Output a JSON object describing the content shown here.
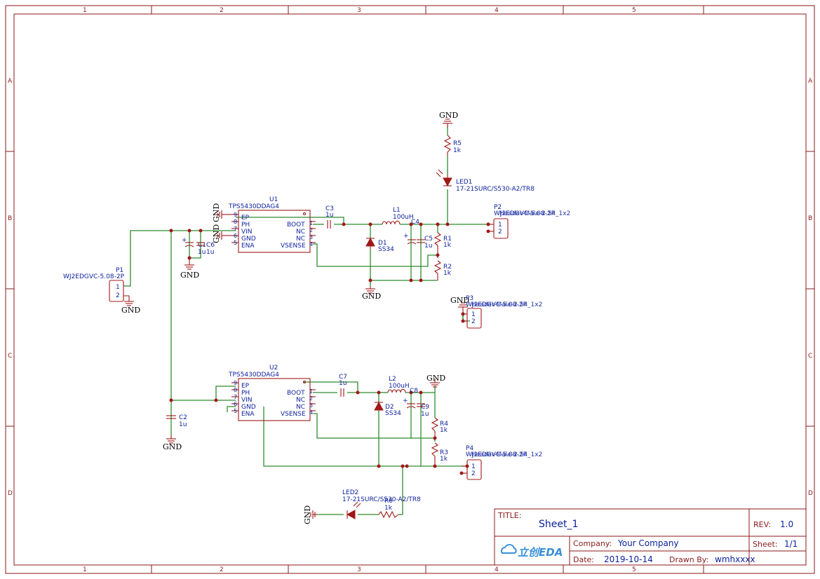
{
  "frame": {
    "cols": [
      "1",
      "2",
      "3",
      "4",
      "5"
    ],
    "rows": [
      "A",
      "B",
      "C",
      "D"
    ]
  },
  "title_block": {
    "title_key": "TITLE:",
    "title": "Sheet_1",
    "rev_key": "REV:",
    "rev": "1.0",
    "company_key": "Company:",
    "company": "Your Company",
    "sheet_key": "Sheet:",
    "sheet": "1/1",
    "date_key": "Date:",
    "date": "2019-10-14",
    "drawn_key": "Drawn By:",
    "drawn": "wmhxxxx",
    "logo": "立创EDA"
  },
  "gnd": "GND",
  "u1": {
    "ref": "U1",
    "value": "TPS5430DDAG4",
    "left_pins": [
      {
        "num": "9",
        "name": "EP"
      },
      {
        "num": "8",
        "name": "PH"
      },
      {
        "num": "7",
        "name": "VIN"
      },
      {
        "num": "6",
        "name": "GND"
      },
      {
        "num": "5",
        "name": "ENA"
      }
    ],
    "right_pins": [
      {
        "num": "1",
        "name": "BOOT"
      },
      {
        "num": "2",
        "name": "NC"
      },
      {
        "num": "3",
        "name": "NC"
      },
      {
        "num": "4",
        "name": "VSENSE"
      }
    ]
  },
  "u2": {
    "ref": "U2",
    "value": "TPS5430DDAG4",
    "left_pins": [
      {
        "num": "9",
        "name": "EP"
      },
      {
        "num": "8",
        "name": "PH"
      },
      {
        "num": "7",
        "name": "VIN"
      },
      {
        "num": "6",
        "name": "GND"
      },
      {
        "num": "5",
        "name": "ENA"
      }
    ],
    "right_pins": [
      {
        "num": "1",
        "name": "BOOT"
      },
      {
        "num": "2",
        "name": "NC"
      },
      {
        "num": "3",
        "name": "NC"
      },
      {
        "num": "4",
        "name": "VSENSE"
      }
    ]
  },
  "p1": {
    "ref": "P1",
    "value": "WJ2EDGVC-5.08-2P",
    "pin1": "1",
    "pin2": "2"
  },
  "p2": {
    "ref": "P2",
    "value": "WJ2EDGVC-5.08-2P",
    "overlap": "Header-Male-2.54_1x2",
    "pin1": "1",
    "pin2": "2"
  },
  "p3": {
    "ref": "P3",
    "value": "WJ2EDGVC-5.08-2P",
    "overlap": "Header-Male-2.54_1x2",
    "pin1": "1",
    "pin2": "2"
  },
  "p4": {
    "ref": "P4",
    "value": "WJ2EDGVC-5.08-2P",
    "overlap": "Header-Male-2.54_1x2",
    "pin1": "1",
    "pin2": "2"
  },
  "c1": {
    "ref": "C1",
    "value": "1u"
  },
  "c6": {
    "ref": "C6",
    "value": "1u"
  },
  "c2": {
    "ref": "C2",
    "value": "1u"
  },
  "c3": {
    "ref": "C3",
    "value": "1u"
  },
  "c4": {
    "ref": "C4",
    "value": "1u"
  },
  "c5": {
    "ref": "C5",
    "value": "1u"
  },
  "c7": {
    "ref": "C7",
    "value": "1u"
  },
  "c8": {
    "ref": "C8",
    "value": "1u"
  },
  "c9": {
    "ref": "C9",
    "value": "1u"
  },
  "l1": {
    "ref": "L1",
    "value": "100uH"
  },
  "l2": {
    "ref": "L2",
    "value": "100uH"
  },
  "d1": {
    "ref": "D1",
    "value": "SS34"
  },
  "d2": {
    "ref": "D2",
    "value": "SS34"
  },
  "r1": {
    "ref": "R1",
    "value": "1k"
  },
  "r2": {
    "ref": "R2",
    "value": "1k"
  },
  "r3": {
    "ref": "R3",
    "value": "1k"
  },
  "r4": {
    "ref": "R4",
    "value": "1k"
  },
  "r5": {
    "ref": "R5",
    "value": "1k"
  },
  "r6": {
    "ref": "R6",
    "value": "1k"
  },
  "led1": {
    "ref": "LED1",
    "value": "17-21SURC/S530-A2/TR8"
  },
  "led2": {
    "ref": "LED2",
    "value": "17-21SURC/S530-A2/TR8"
  },
  "colors": {
    "frame": "#8b1a1a",
    "wire": "#2e8b2e",
    "part": "#a01818",
    "label": "#0b1f9c"
  }
}
